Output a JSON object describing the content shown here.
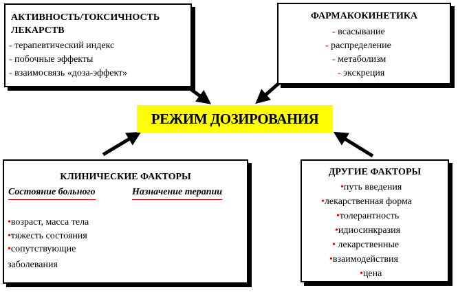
{
  "center_label": "РЕЖИМ ДОЗИРОВАНИЯ",
  "activity": {
    "title_line1": "АКТИВНОСТЬ/ТОКСИЧНОСТЬ",
    "title_line2": "ЛЕКАРСТВ",
    "items": [
      "терапевтический  индекс",
      "побочные эффекты",
      "взаимосвязь «доза-эффект»"
    ]
  },
  "pharmacokinetics": {
    "title": "ФАРМАКОКИНЕТИКА",
    "items": [
      "всасывание",
      "распределение",
      "метаболизм",
      "экскреция"
    ]
  },
  "clinical": {
    "title": "КЛИНИЧЕСКИЕ  ФАКТОРЫ",
    "sub_state": "Состояние больного",
    "sub_therapy": "Назначение терапии",
    "items": [
      "возраст, масса тела",
      "тяжесть  состояния",
      "сопутствующие"
    ],
    "tail": "заболевания"
  },
  "other": {
    "title": "ДРУГИЕ ФАКТОРЫ",
    "items": [
      "путь  введения",
      "лекарственная  форма",
      "толерантность",
      "идиосинкразия",
      "лекарственные",
      "взаимодействия",
      "цена"
    ]
  },
  "colors": {
    "bullet": "#d50000",
    "center_bg": "#ffff00",
    "border": "#000000"
  }
}
